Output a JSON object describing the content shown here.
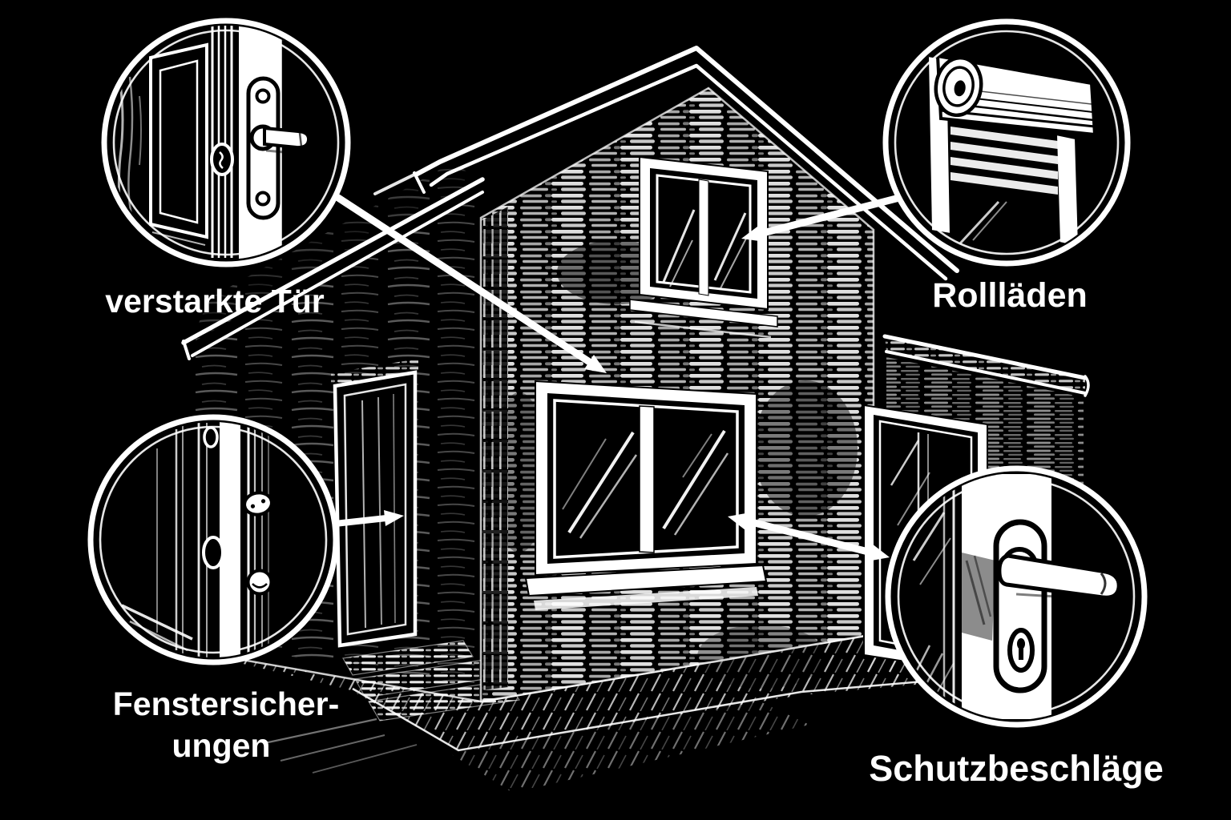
{
  "figure": {
    "type": "annotated-illustration",
    "subject": "house burglary-protection diagram",
    "style": "white scratchboard line art on black",
    "colors": {
      "background": "#000000",
      "ink": "#ffffff"
    }
  },
  "callouts": [
    {
      "id": "reinforced-door",
      "position": "top-left",
      "label": "verstarkte Tür",
      "icon": "door-edge-lock-icon",
      "target": "main-window"
    },
    {
      "id": "roller-shutters",
      "position": "top-right",
      "label": "Rollläden",
      "icon": "roller-shutter-icon",
      "target": "upper-window"
    },
    {
      "id": "window-security",
      "position": "bottom-left",
      "label_lines": [
        "Fenstersicher-",
        "ungen"
      ],
      "icon": "window-lock-bolts-icon",
      "target": "side-door"
    },
    {
      "id": "protective-fittings",
      "position": "bottom-right",
      "label": "Schutzbeschläge",
      "icon": "door-handle-plate-icon",
      "target": "main-window"
    }
  ]
}
